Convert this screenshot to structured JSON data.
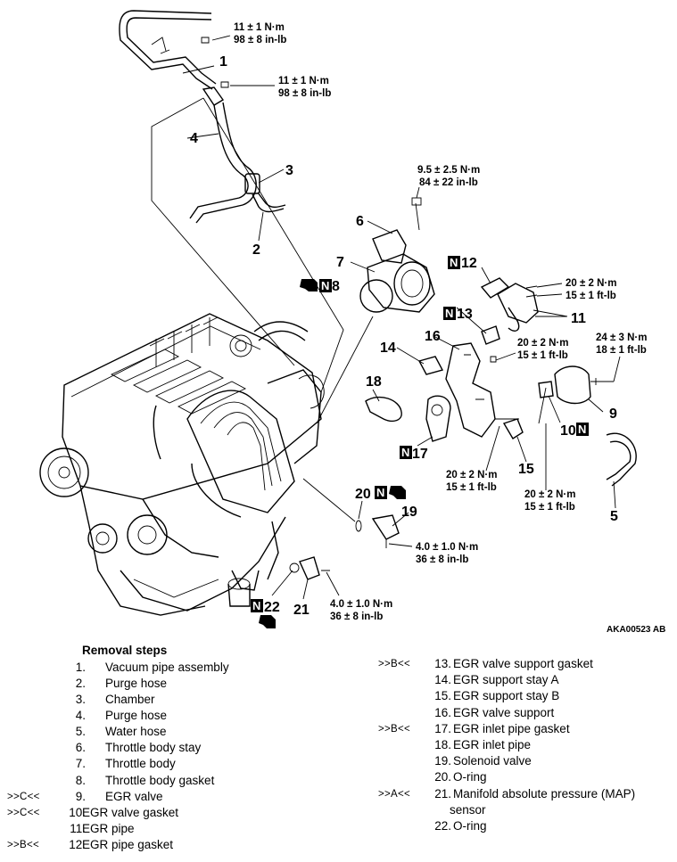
{
  "diagram": {
    "figure_ref": "AKA00523 AB",
    "callouts": [
      "1",
      "2",
      "3",
      "4",
      "5",
      "6",
      "7",
      "8",
      "9",
      "10",
      "11",
      "12",
      "13",
      "14",
      "15",
      "16",
      "17",
      "18",
      "19",
      "20",
      "21",
      "22"
    ],
    "nbox_letter": "N",
    "torque": {
      "t1a": "11 ± 1 N·m",
      "t1b": "98 ± 8 in-lb",
      "t2a": "11 ± 1 N·m",
      "t2b": "98 ± 8 in-lb",
      "t6a": "9.5 ± 2.5 N·m",
      "t6b": "84 ± 22 in-lb",
      "t11a": "20 ± 2 N·m",
      "t11b": "15 ± 1 ft-lb",
      "t16a": "20 ± 2 N·m",
      "t16b": "15 ± 1 ft-lb",
      "t9a": "24 ± 3 N·m",
      "t9b": "18 ± 1 ft-lb",
      "t17a": "20 ± 2 N·m",
      "t17b": "15 ± 1 ft-lb",
      "t15a": "20 ± 2 N·m",
      "t15b": "15 ± 1 ft-lb",
      "t19a": "4.0 ± 1.0 N·m",
      "t19b": "36 ± 8 in-lb",
      "t21a": "4.0 ± 1.0 N·m",
      "t21b": "36 ± 8 in-lb"
    }
  },
  "legend": {
    "title": "Removal steps",
    "steps": [
      {
        "mark": "",
        "num": "1.",
        "label": "Vacuum pipe assembly"
      },
      {
        "mark": "",
        "num": "2.",
        "label": "Purge hose"
      },
      {
        "mark": "",
        "num": "3.",
        "label": "Chamber"
      },
      {
        "mark": "",
        "num": "4.",
        "label": "Purge hose"
      },
      {
        "mark": "",
        "num": "5.",
        "label": "Water hose"
      },
      {
        "mark": "",
        "num": "6.",
        "label": "Throttle body stay"
      },
      {
        "mark": "",
        "num": "7.",
        "label": "Throttle body"
      },
      {
        "mark": "",
        "num": "8.",
        "label": "Throttle body gasket"
      },
      {
        "mark": ">>C<<",
        "num": "9.",
        "label": "EGR valve"
      },
      {
        "mark": ">>C<<",
        "num": "10.",
        "label": "EGR valve gasket"
      },
      {
        "mark": "",
        "num": "11.",
        "label": "EGR pipe"
      },
      {
        "mark": ">>B<<",
        "num": "12.",
        "label": "EGR pipe gasket"
      },
      {
        "mark": ">>B<<",
        "num": "13.",
        "label": "EGR valve support gasket"
      },
      {
        "mark": "",
        "num": "14.",
        "label": "EGR support stay A"
      },
      {
        "mark": "",
        "num": "15.",
        "label": "EGR support stay B"
      },
      {
        "mark": "",
        "num": "16.",
        "label": "EGR valve support"
      },
      {
        "mark": ">>B<<",
        "num": "17.",
        "label": "EGR inlet pipe gasket"
      },
      {
        "mark": "",
        "num": "18.",
        "label": "EGR inlet pipe"
      },
      {
        "mark": "",
        "num": "19.",
        "label": "Solenoid valve"
      },
      {
        "mark": "",
        "num": "20.",
        "label": "O-ring"
      },
      {
        "mark": ">>A<<",
        "num": "21.",
        "label": "Manifold absolute pressure (MAP)",
        "label2": "sensor"
      },
      {
        "mark": "",
        "num": "22.",
        "label": "O-ring"
      }
    ]
  }
}
